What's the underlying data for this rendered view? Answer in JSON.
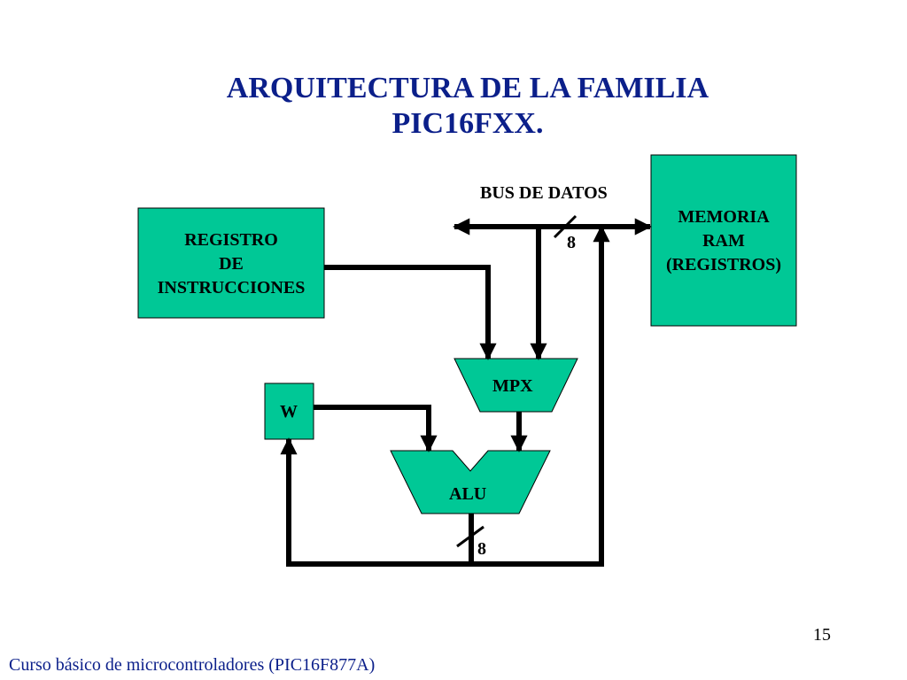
{
  "title": {
    "line1": "ARQUITECTURA DE LA FAMILIA",
    "line2": "PIC16FXX."
  },
  "blocks": {
    "registro": [
      "REGISTRO",
      "DE",
      "INSTRUCCIONES"
    ],
    "memoria": [
      "MEMORIA",
      "RAM",
      "(REGISTROS)"
    ],
    "mpx": "MPX",
    "w": "W",
    "alu": "ALU"
  },
  "labels": {
    "bus": "BUS DE DATOS",
    "bus_width_top": "8",
    "bus_width_bottom": "8"
  },
  "colors": {
    "block_fill": "#00c896",
    "title": "#0b1f8a",
    "line": "#000000"
  },
  "page_number": "15",
  "footer": "Curso básico de microcontroladores (PIC16F877A)"
}
